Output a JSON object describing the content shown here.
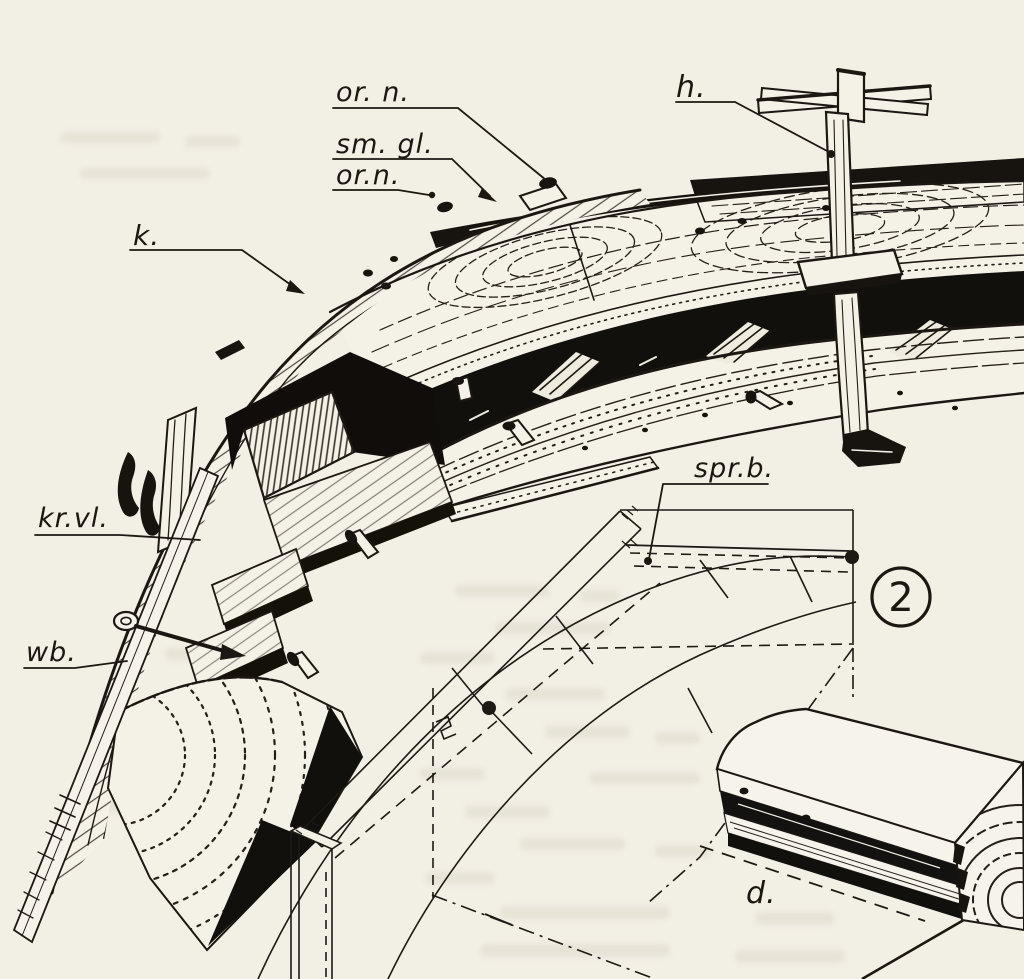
{
  "figure": {
    "number": "2",
    "paper_color": "#f2efe5",
    "ink_color": "#1c1712"
  },
  "labels": {
    "or_n_top": "or. n.",
    "sm_gl": "sm. gl.",
    "or_n_bottom": "or.n.",
    "h": "h.",
    "k": "k.",
    "kr_vl": "kr.vl.",
    "wb": "wb.",
    "spr_b": "spr.b.",
    "d": "d."
  }
}
